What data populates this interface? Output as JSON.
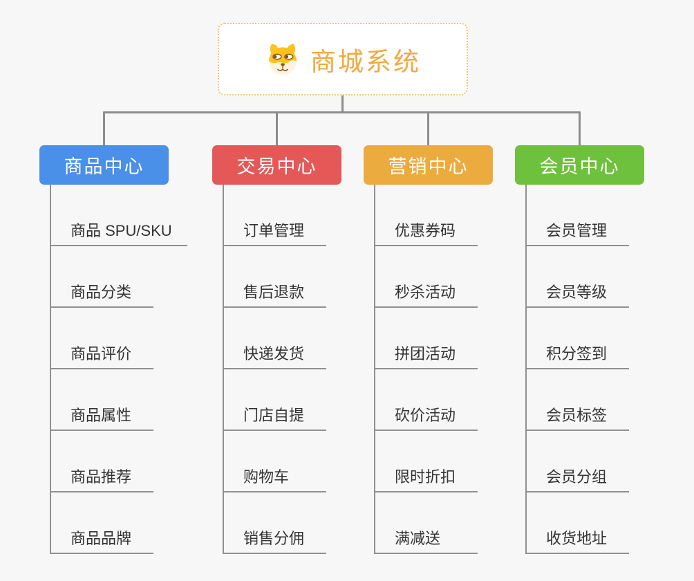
{
  "root": {
    "title": "商城系统",
    "icon": "dog-icon"
  },
  "colors": {
    "background": "#f7f7f7",
    "root_border": "#f5c46e",
    "root_text": "#f2a93f",
    "connector": "#8c8c8c",
    "leaf_underline": "#909090",
    "leaf_text": "#333333",
    "branch_text": "#ffffff"
  },
  "branches": [
    {
      "label": "商品中心",
      "color": "#4a8fe8",
      "items": [
        "商品 SPU/SKU",
        "商品分类",
        "商品评价",
        "商品属性",
        "商品推荐",
        "商品品牌"
      ]
    },
    {
      "label": "交易中心",
      "color": "#e45858",
      "items": [
        "订单管理",
        "售后退款",
        "快递发货",
        "门店自提",
        "购物车",
        "销售分佣"
      ]
    },
    {
      "label": "营销中心",
      "color": "#ecab3f",
      "items": [
        "优惠券码",
        "秒杀活动",
        "拼团活动",
        "砍价活动",
        "限时折扣",
        "满减送"
      ]
    },
    {
      "label": "会员中心",
      "color": "#6ec13c",
      "items": [
        "会员管理",
        "会员等级",
        "积分签到",
        "会员标签",
        "会员分组",
        "收货地址"
      ]
    }
  ]
}
